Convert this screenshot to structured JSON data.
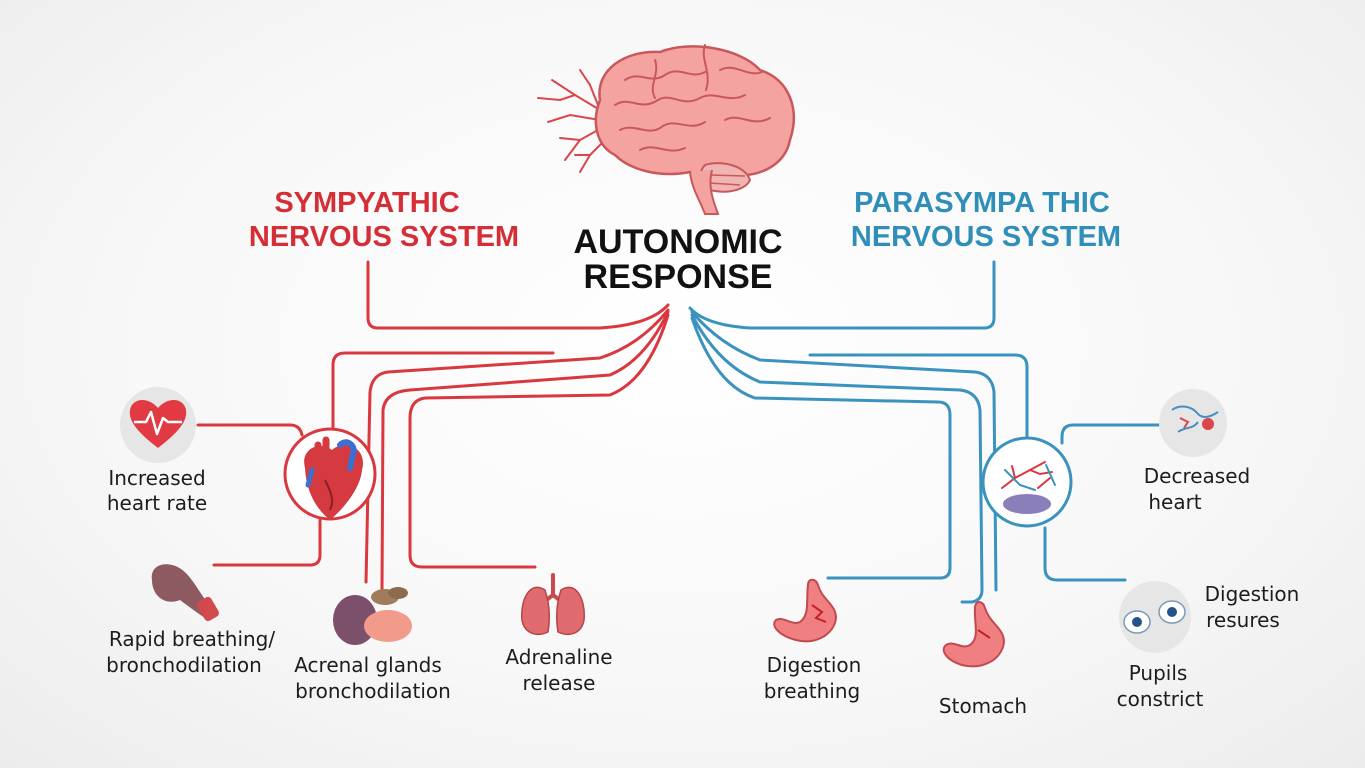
{
  "center": {
    "title_line1": "AUTONOMIC",
    "title_line2": "RESPONSE"
  },
  "sympathetic": {
    "title_line1": "SYMPYATHIC",
    "title_line2": "NERVOUS SYSTEM",
    "color": "#d42f37",
    "items": [
      {
        "line1": "Increased",
        "line2": "heart rate"
      },
      {
        "line1": "Rapid breathing/",
        "line2": "bronchodilation"
      },
      {
        "line1": "Acrenal glands",
        "line2": "bronchodilation"
      },
      {
        "line1": "Adrenaline",
        "line2": "release"
      }
    ]
  },
  "parasympathetic": {
    "title_line1": "PARASYMPA THIC",
    "title_line2": "NERVOUS SYSTEM",
    "color": "#2f8fb8",
    "items": [
      {
        "line1": "Decreased",
        "line2": "heart"
      },
      {
        "line1": "Digestion",
        "line2": "resures"
      },
      {
        "line1": "Pupils",
        "line2": "constrict"
      },
      {
        "line1": "Stomach",
        "line2": ""
      },
      {
        "line1": "Digestion",
        "line2": "breathing"
      }
    ]
  },
  "icons": {
    "brain": "brain-icon",
    "heart_rate": "heart-pulse-icon",
    "heart": "anatomical-heart-icon",
    "bronchi": "bronchi-icon",
    "adrenal": "adrenal-gland-icon",
    "lungs": "lungs-icon",
    "stomach": "stomach-icon",
    "vessels": "blood-vessels-icon",
    "eyes": "eyes-icon"
  }
}
